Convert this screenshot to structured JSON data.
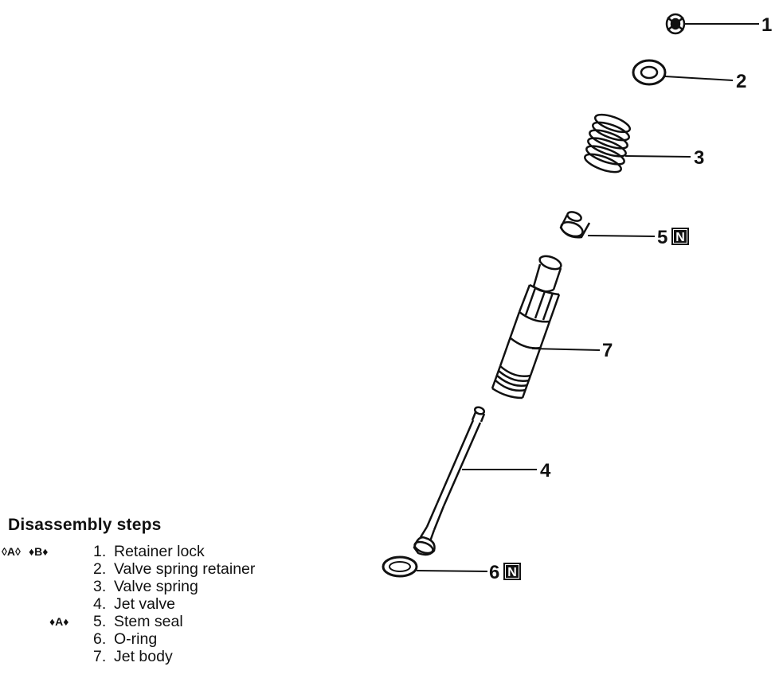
{
  "callouts": {
    "c1": "1",
    "c2": "2",
    "c3": "3",
    "c5": "5",
    "c5_badge": "N",
    "c7": "7",
    "c4": "4",
    "c6": "6",
    "c6_badge": "N"
  },
  "disassembly": {
    "title": "Disassembly steps",
    "steps": [
      {
        "marks_open": "◊A◊",
        "marks_filled": "♦B♦",
        "num": "1.",
        "label": "Retainer lock"
      },
      {
        "marks_open": "",
        "marks_filled": "",
        "num": "2.",
        "label": "Valve spring retainer"
      },
      {
        "marks_open": "",
        "marks_filled": "",
        "num": "3.",
        "label": "Valve spring"
      },
      {
        "marks_open": "",
        "marks_filled": "",
        "num": "4.",
        "label": "Jet valve"
      },
      {
        "marks_open": "",
        "marks_filled": "♦A♦",
        "num": "5.",
        "label": "Stem seal"
      },
      {
        "marks_open": "",
        "marks_filled": "",
        "num": "6.",
        "label": "O-ring"
      },
      {
        "marks_open": "",
        "marks_filled": "",
        "num": "7.",
        "label": "Jet body"
      }
    ]
  }
}
